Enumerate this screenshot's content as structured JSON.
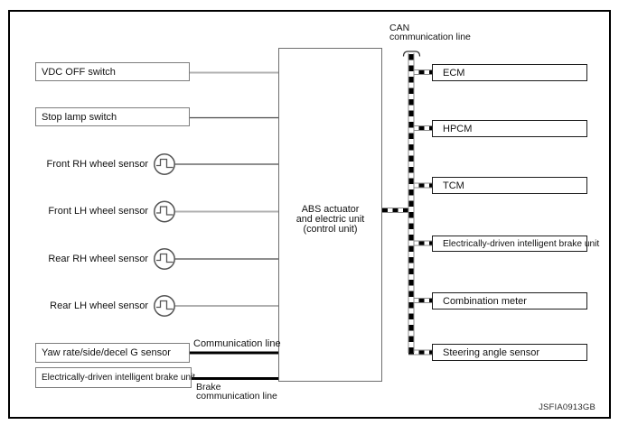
{
  "figure": {
    "type": "system-block-diagram",
    "watermark": "JSFIA0913GB"
  },
  "colors": {
    "background": "#ffffff",
    "frame": "#000000",
    "wire_gray": "#b0b0b0",
    "wire_dark": "#4a4a4a",
    "thick_line": "#000000",
    "can_dash": "#000000",
    "left_box_border": "#7d7d7d",
    "right_box_border": "#1c1c1c"
  },
  "left_boxes": [
    {
      "id": "vdc_off_switch",
      "label": "VDC OFF switch"
    },
    {
      "id": "stop_lamp_switch",
      "label": "Stop lamp switch"
    },
    {
      "id": "yaw_rate_sensor",
      "label": "Yaw rate/side/decel G sensor"
    },
    {
      "id": "edib_left",
      "label": "Electrically-driven intelligent brake unit"
    }
  ],
  "sensors": [
    {
      "id": "front_rh",
      "label": "Front RH wheel sensor",
      "icon": "square-wave-icon"
    },
    {
      "id": "front_lh",
      "label": "Front LH wheel sensor",
      "icon": "square-wave-icon"
    },
    {
      "id": "rear_rh",
      "label": "Rear RH wheel sensor",
      "icon": "square-wave-icon"
    },
    {
      "id": "rear_lh",
      "label": "Rear LH wheel sensor",
      "icon": "square-wave-icon"
    }
  ],
  "center_box": {
    "id": "abs_unit",
    "lines": [
      "ABS actuator",
      "and electric unit",
      "(control unit)"
    ]
  },
  "right_boxes": [
    {
      "id": "ecm",
      "label": "ECM"
    },
    {
      "id": "hpcm",
      "label": "HPCM"
    },
    {
      "id": "tcm",
      "label": "TCM"
    },
    {
      "id": "edib_right",
      "label": "Electrically-driven intelligent brake unit"
    },
    {
      "id": "combination_meter",
      "label": "Combination meter"
    },
    {
      "id": "steering_angle_sensor",
      "label": "Steering angle sensor"
    }
  ],
  "labels": {
    "can_line_1": "CAN",
    "can_line_2": "communication line",
    "communication_line": "Communication line",
    "brake_line_1": "Brake",
    "brake_line_2": "communication line"
  },
  "connections": [
    {
      "from": "vdc_off_switch",
      "to": "abs_unit",
      "type": "wire"
    },
    {
      "from": "stop_lamp_switch",
      "to": "abs_unit",
      "type": "wire"
    },
    {
      "from": "front_rh",
      "to": "abs_unit",
      "type": "wire"
    },
    {
      "from": "front_lh",
      "to": "abs_unit",
      "type": "wire"
    },
    {
      "from": "rear_rh",
      "to": "abs_unit",
      "type": "wire"
    },
    {
      "from": "rear_lh",
      "to": "abs_unit",
      "type": "wire"
    },
    {
      "from": "yaw_rate_sensor",
      "to": "abs_unit",
      "type": "communication-line"
    },
    {
      "from": "edib_left",
      "to": "abs_unit",
      "type": "brake-communication-line"
    },
    {
      "from": "abs_unit",
      "to": "can_bus",
      "type": "can-communication-line"
    },
    {
      "from": "can_bus",
      "to": "ecm",
      "type": "can-communication-line"
    },
    {
      "from": "can_bus",
      "to": "hpcm",
      "type": "can-communication-line"
    },
    {
      "from": "can_bus",
      "to": "tcm",
      "type": "can-communication-line"
    },
    {
      "from": "can_bus",
      "to": "edib_right",
      "type": "can-communication-line"
    },
    {
      "from": "can_bus",
      "to": "combination_meter",
      "type": "can-communication-line"
    },
    {
      "from": "can_bus",
      "to": "steering_angle_sensor",
      "type": "can-communication-line"
    }
  ]
}
